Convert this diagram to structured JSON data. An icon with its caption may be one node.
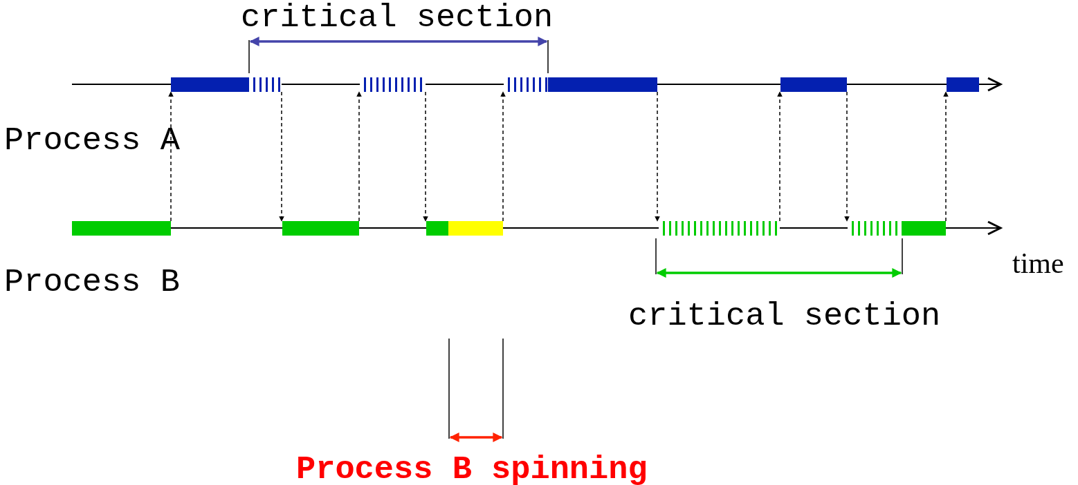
{
  "diagram": {
    "nodes": [
      {
        "text": [],
        "shape": "bar"
      },
      {
        "text": [],
        "shape": "bar"
      },
      {
        "text": [],
        "shape": "bar"
      },
      {
        "text": [],
        "shape": "bar"
      },
      {
        "text": [],
        "shape": "bar"
      },
      {
        "text": [],
        "shape": "bar"
      },
      {
        "text": [],
        "shape": "bar"
      },
      {
        "text": [],
        "shape": "bar"
      },
      {
        "text": [],
        "shape": "bar"
      },
      {
        "text": [],
        "shape": "bar"
      }
    ],
    "edges": [
      {
        "from": 5,
        "to": 0,
        "arrow": "to",
        "style": "dashed"
      },
      {
        "from": 0,
        "to": 6,
        "arrow": "to",
        "style": "dashed"
      },
      {
        "from": 6,
        "to": 1,
        "arrow": "to",
        "style": "dashed"
      },
      {
        "from": 1,
        "to": 7,
        "arrow": "to",
        "style": "dashed"
      },
      {
        "from": 7,
        "to": 2,
        "arrow": "to",
        "style": "dashed"
      },
      {
        "from": 2,
        "to": 8,
        "arrow": "to",
        "style": "dashed"
      },
      {
        "from": 8,
        "to": 3,
        "arrow": "to",
        "style": "dashed"
      },
      {
        "from": 3,
        "to": 9,
        "arrow": "to",
        "style": "dashed"
      },
      {
        "from": 9,
        "to": 4,
        "arrow": "to",
        "style": "dashed"
      }
    ],
    "labels": [
      "critical section",
      "Process A",
      "time",
      "Process B",
      "critical section",
      "Process B spinning"
    ]
  }
}
